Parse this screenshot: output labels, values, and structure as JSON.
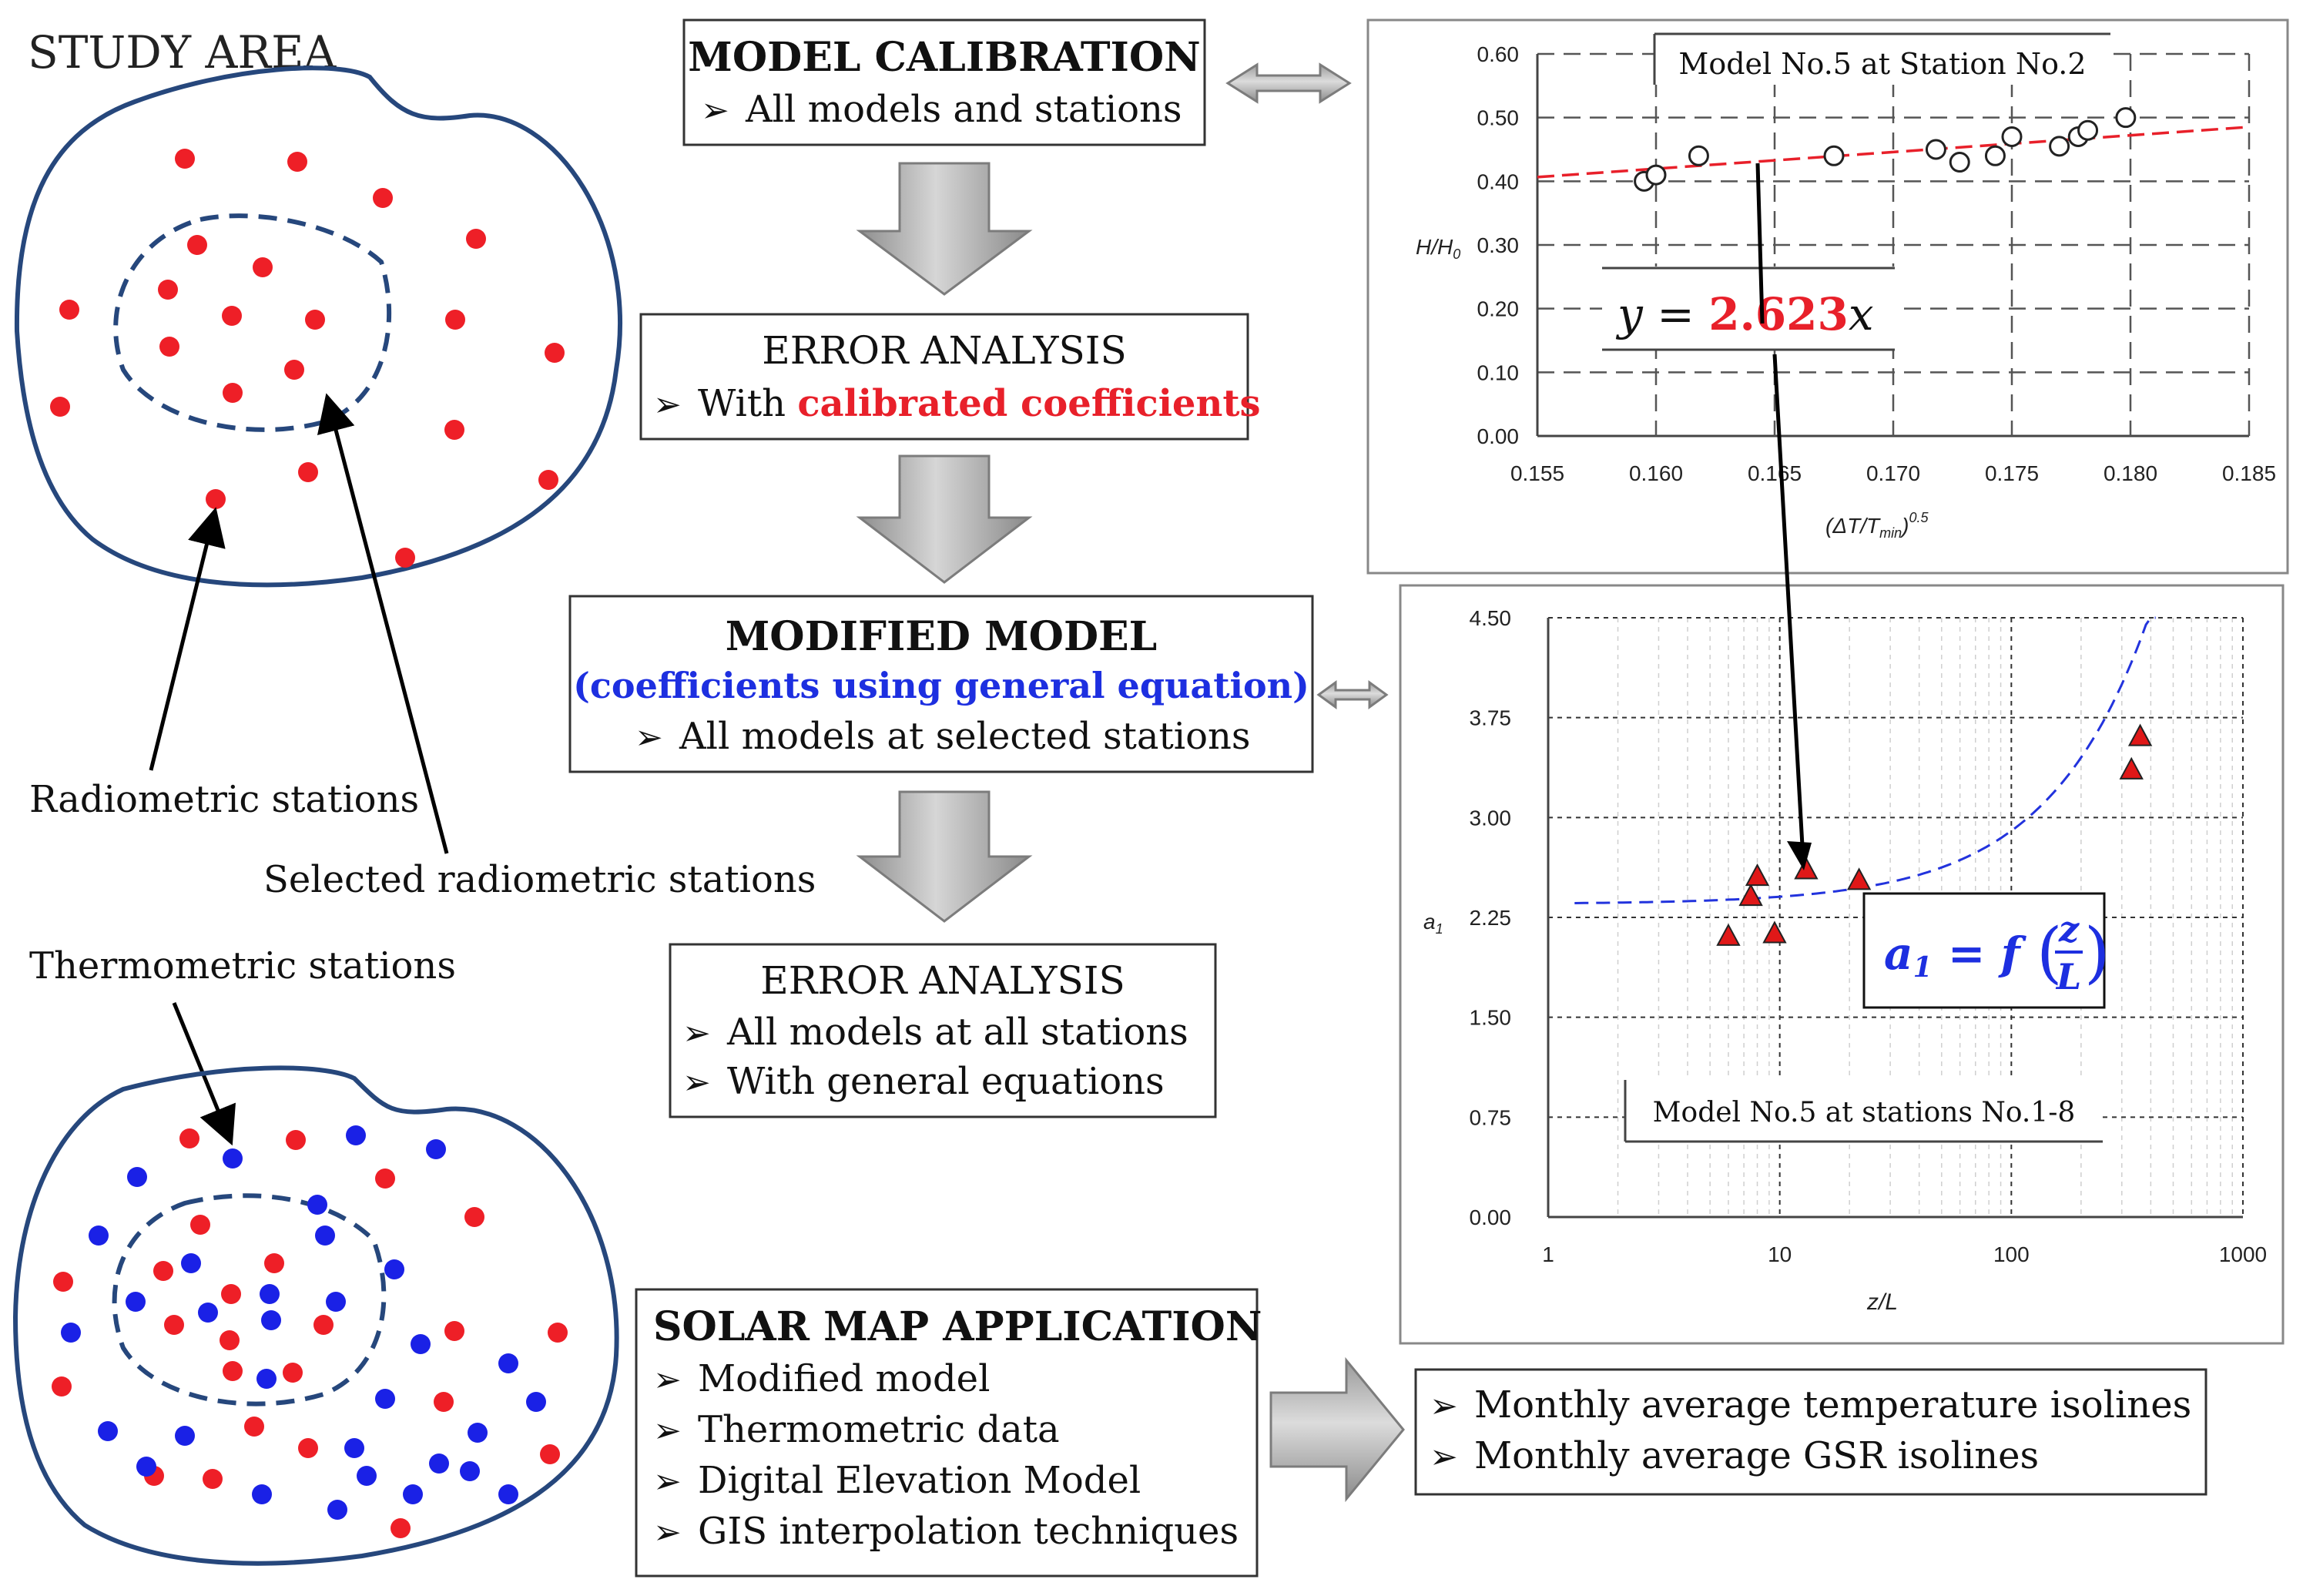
{
  "study_area": {
    "title": "STUDY AREA",
    "radiometric_label": "Radiometric stations",
    "selected_label": "Selected radiometric stations",
    "thermometric_label": "Thermometric stations"
  },
  "flow": {
    "calibration": {
      "title": "MODEL CALIBRATION",
      "bullets": [
        "All models and stations"
      ]
    },
    "error1": {
      "title": "ERROR ANALYSIS",
      "bullet_prefix": "With ",
      "bullet_highlight": "calibrated coefficients"
    },
    "modified": {
      "title": "MODIFIED MODEL",
      "subtitle": "(coefficients using general equation)",
      "bullets": [
        "All models at selected stations"
      ]
    },
    "error2": {
      "title": "ERROR ANALYSIS",
      "bullets": [
        "All models at all stations",
        "With general equations"
      ]
    },
    "solar": {
      "title": "SOLAR MAP APPLICATION",
      "bullets": [
        "Modified model",
        "Thermometric data",
        "Digital Elevation Model",
        "GIS interpolation techniques"
      ]
    },
    "outputs": {
      "bullets": [
        "Monthly average temperature isolines",
        "Monthly average GSR isolines"
      ]
    }
  },
  "bullet_glyph": "➢",
  "colors": {
    "red_text": "#e8202a",
    "blue_text": "#1d2fe0",
    "outline_blue": "#26477c",
    "dot_red": "#ee1f27",
    "dot_blue": "#1a21e6",
    "arrow_grey": "#a8a8a8",
    "fit_red": "#e8202a",
    "fit_blue": "#2233dd"
  },
  "chart_data": [
    {
      "type": "scatter",
      "title": "Model No.5 at Station No.2",
      "xlabel": "(ΔT/Tmin)0.5",
      "ylabel": "H/H0",
      "xlim": [
        0.155,
        0.185
      ],
      "ylim": [
        0.0,
        0.6
      ],
      "x_ticks": [
        "0.155",
        "0.160",
        "0.165",
        "0.170",
        "0.175",
        "0.180",
        "0.185"
      ],
      "y_ticks": [
        "0.00",
        "0.10",
        "0.20",
        "0.30",
        "0.40",
        "0.50",
        "0.60"
      ],
      "grid": true,
      "equation": {
        "prefix": "y = ",
        "value": "2.623",
        "suffix": "x"
      },
      "points": [
        {
          "x": 0.1595,
          "y": 0.4
        },
        {
          "x": 0.16,
          "y": 0.41
        },
        {
          "x": 0.1618,
          "y": 0.44
        },
        {
          "x": 0.1675,
          "y": 0.44
        },
        {
          "x": 0.1718,
          "y": 0.45
        },
        {
          "x": 0.1728,
          "y": 0.43
        },
        {
          "x": 0.1743,
          "y": 0.44
        },
        {
          "x": 0.175,
          "y": 0.47
        },
        {
          "x": 0.177,
          "y": 0.455
        },
        {
          "x": 0.1778,
          "y": 0.47
        },
        {
          "x": 0.1782,
          "y": 0.48
        },
        {
          "x": 0.1798,
          "y": 0.5
        }
      ],
      "fit": {
        "slope": 2.623,
        "x_range": [
          0.155,
          0.185
        ]
      }
    },
    {
      "type": "scatter",
      "title": "Model No.5 at stations No.1-8",
      "xlabel": "z/L",
      "ylabel": "a1",
      "x_scale": "log",
      "xlim": [
        1,
        1000
      ],
      "ylim": [
        0.0,
        4.5
      ],
      "x_ticks": [
        "1",
        "10",
        "100",
        "1000"
      ],
      "y_ticks": [
        "0.00",
        "0.75",
        "1.50",
        "2.25",
        "3.00",
        "3.75",
        "4.50"
      ],
      "grid": true,
      "equation": {
        "lhs": "a",
        "lhs_sub": "1",
        "eq": " = f",
        "num": "z",
        "den": "L"
      },
      "points": [
        {
          "x": 6,
          "y": 2.1
        },
        {
          "x": 7.5,
          "y": 2.4
        },
        {
          "x": 8,
          "y": 2.55
        },
        {
          "x": 9.5,
          "y": 2.12
        },
        {
          "x": 13,
          "y": 2.6
        },
        {
          "x": 22,
          "y": 2.52
        },
        {
          "x": 330,
          "y": 3.35
        },
        {
          "x": 360,
          "y": 3.6
        }
      ]
    }
  ]
}
